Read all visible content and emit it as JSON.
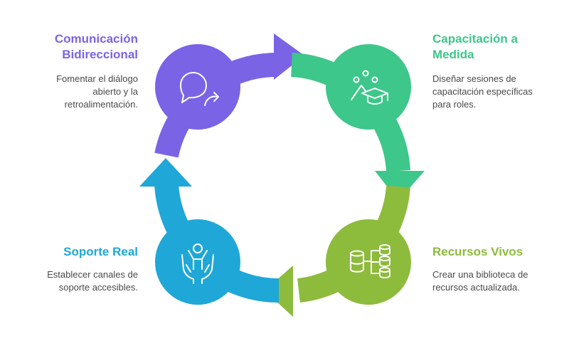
{
  "colors": {
    "purple": "#7b63e6",
    "green": "#3dc78a",
    "lime": "#8dbb3c",
    "blue": "#1fa7d8"
  },
  "nodes": {
    "comunicacion": {
      "title_line1": "Comunicación",
      "title_line2": "Bidireccional",
      "desc_line1": "Fomentar el diálogo",
      "desc_line2": "abierto y la",
      "desc_line3": "retroalimentación.",
      "icon": "chat-bubbles-icon"
    },
    "capacitacion": {
      "title_line1": "Capacitación a",
      "title_line2": "Medida",
      "desc_line1": "Diseñar sesiones de",
      "desc_line2": "capacitación específicas",
      "desc_line3": "para roles.",
      "icon": "graduation-cap-icon"
    },
    "recursos": {
      "title_line1": "Recursos Vivos",
      "desc_line1": "Crear una biblioteca de",
      "desc_line2": "recursos actualizada.",
      "icon": "database-icon"
    },
    "soporte": {
      "title_line1": "Soporte Real",
      "desc_line1": "Establecer canales de",
      "desc_line2": "soporte accesibles.",
      "icon": "support-hands-icon"
    }
  }
}
